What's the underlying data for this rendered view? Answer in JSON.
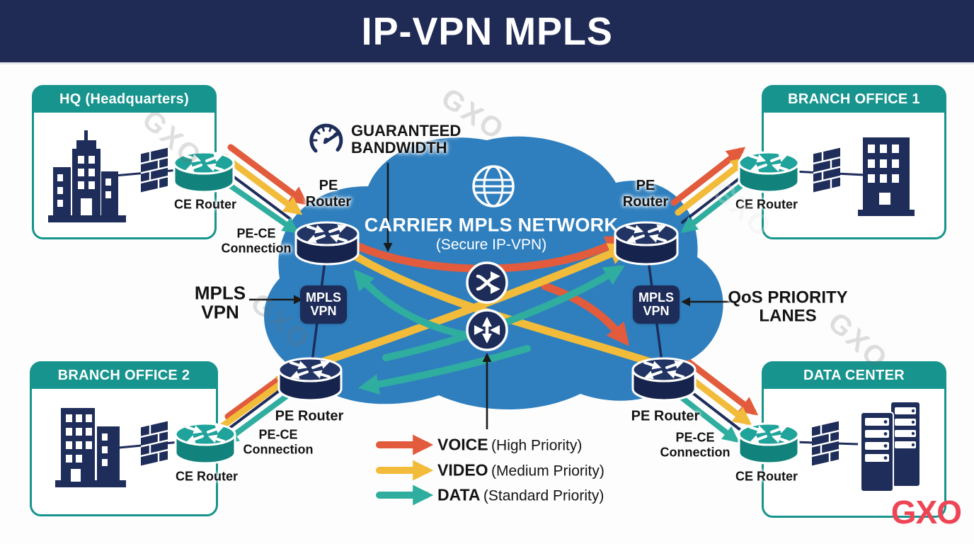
{
  "title": "IP-VPN MPLS",
  "brand": {
    "logo": "GXO",
    "watermark": "GXO"
  },
  "colors": {
    "navy": "#1f2a55",
    "teal": "#16948d",
    "cloud_blue": "#2f7fbe",
    "voice_red": "#e25b3c",
    "video_yellow": "#f2bb3a",
    "data_teal": "#2fae9f",
    "logo_red": "#ee4556"
  },
  "sites": {
    "hq": {
      "title": "HQ (Headquarters)",
      "router": "CE Router"
    },
    "branch1": {
      "title": "BRANCH OFFICE 1",
      "router": "CE Router"
    },
    "branch2": {
      "title": "BRANCH OFFICE 2",
      "router": "CE Router"
    },
    "datacenter": {
      "title": "DATA CENTER",
      "router": "CE Router"
    }
  },
  "cloud": {
    "title": "CARRIER MPLS NETWORK",
    "subtitle": "(Secure IP-VPN)"
  },
  "pe": {
    "top": {
      "line1": "PE",
      "line2": "Router"
    },
    "bottom": "PE Router"
  },
  "pece": {
    "line1": "PE-CE",
    "line2": "Connection"
  },
  "badge": {
    "line1": "MPLS",
    "line2": "VPN"
  },
  "callouts": {
    "mpls_vpn": {
      "line1": "MPLS",
      "line2": "VPN"
    },
    "qos": {
      "line1": "QoS PRIORITY",
      "line2": "LANES"
    },
    "bandwidth": {
      "line1": "GUARANTEED",
      "line2": "BANDWIDTH"
    }
  },
  "legend": {
    "items": [
      {
        "name": "VOICE",
        "priority": "(High Priority)",
        "color": "#e25b3c"
      },
      {
        "name": "VIDEO",
        "priority": "(Medium Priority)",
        "color": "#f2bb3a"
      },
      {
        "name": "DATA",
        "priority": "(Standard Priority)",
        "color": "#2fae9f"
      }
    ]
  }
}
